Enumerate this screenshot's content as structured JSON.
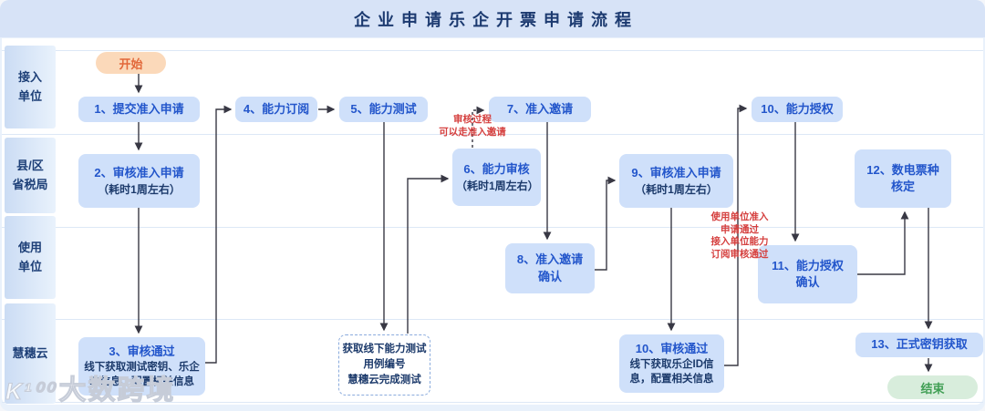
{
  "title": "企业申请乐企开票申请流程",
  "lanes": [
    {
      "label": "接入\n单位"
    },
    {
      "label": "县/区\n省税局"
    },
    {
      "label": "使用\n单位"
    },
    {
      "label": "慧穗云"
    }
  ],
  "nodes": {
    "start": {
      "label": "开始"
    },
    "n1": {
      "label": "1、提交准入申请"
    },
    "n2": {
      "label": "2、审核准入申请",
      "sub": "（耗时1周左右）"
    },
    "n3": {
      "label": "3、审核通过",
      "sub": "线下获取测试密钥、乐企\nID信息、配置相关信息"
    },
    "n4": {
      "label": "4、能力订阅"
    },
    "n5": {
      "label": "5、能力测试"
    },
    "n6": {
      "label": "6、能力审核",
      "sub": "（耗时1周左右）"
    },
    "n7": {
      "label": "7、准入邀请"
    },
    "n8": {
      "label": "8、准入邀请\n确认"
    },
    "n9": {
      "label": "9、审核准入申请",
      "sub": "（耗时1周左右）"
    },
    "n10a": {
      "label": "10、能力授权"
    },
    "n10b": {
      "label": "10、审核通过",
      "sub": "线下获取乐企ID信\n息，配置相关信息"
    },
    "n11": {
      "label": "11、能力授权\n确认"
    },
    "n12": {
      "label": "12、数电票种\n核定"
    },
    "n13": {
      "label": "13、正式密钥获取"
    },
    "test_note": {
      "label": "获取线下能力测试\n用例编号\n慧穗云完成测试"
    },
    "end": {
      "label": "结束"
    }
  },
  "annotations": {
    "invite_note": "审核过程\n可以走准入邀请",
    "auth_note": "使用单位准入\n申请通过\n接入单位能力\n订阅审核通过"
  },
  "watermark": {
    "logo": "K¹⁰⁰",
    "text": "大数跨境"
  },
  "colors": {
    "title_bg": "#d7e3f7",
    "title_text": "#1c3a70",
    "node_fill": "#cfe0fa",
    "node_text": "#2356cb",
    "dark_text": "#1c3a6b",
    "start_fill": "#fbd9ba",
    "start_text": "#e2683a",
    "end_fill": "#d8eddc",
    "end_text": "#3f9e53",
    "annotation_red": "#d5403f",
    "connector": "#383844",
    "lane_line": "#dde8f6"
  }
}
